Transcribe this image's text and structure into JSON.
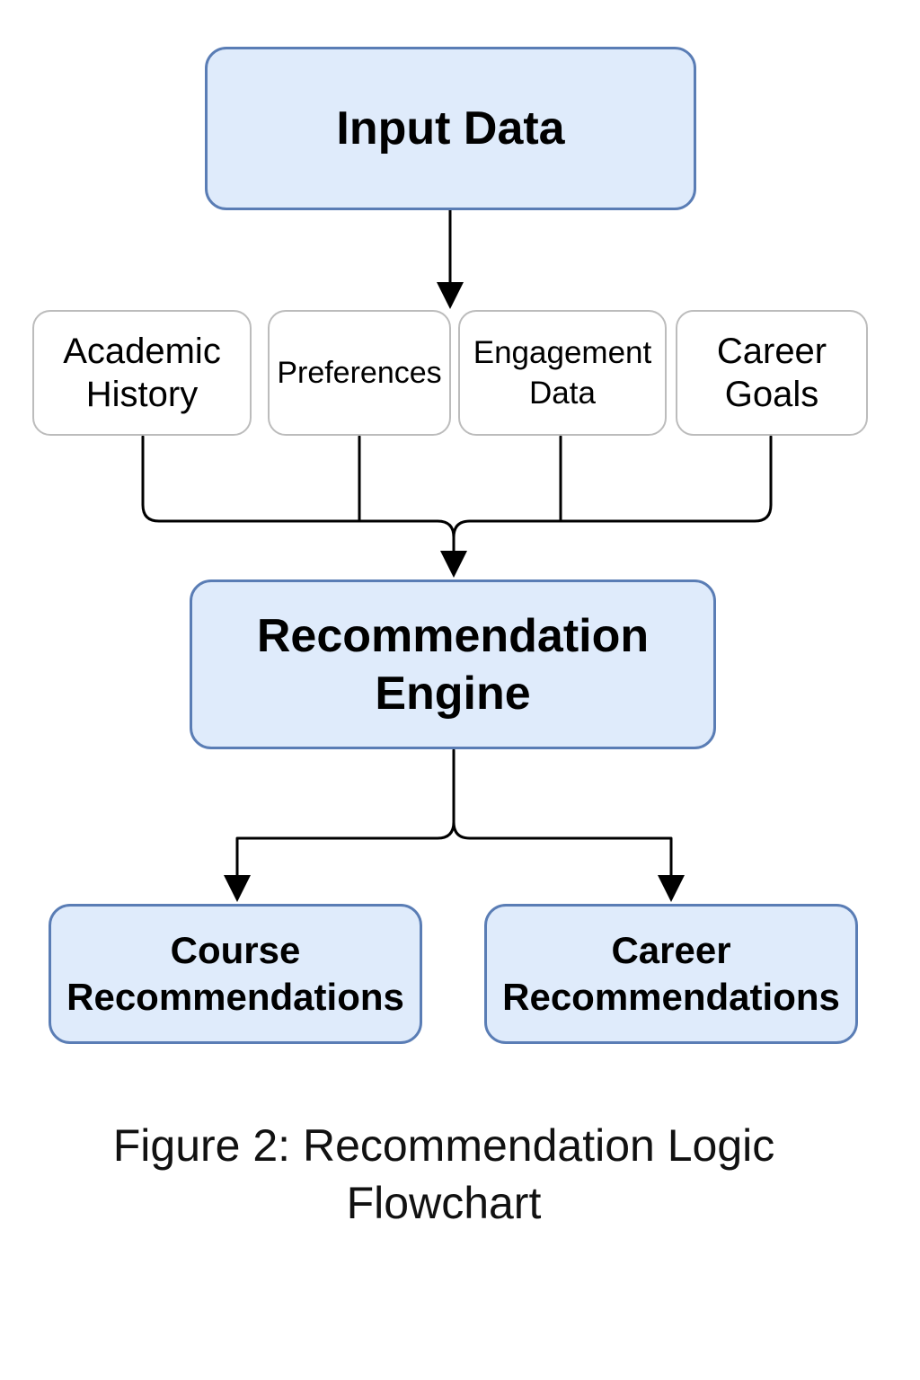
{
  "diagram": {
    "nodes": {
      "input_data": {
        "lines": [
          "Input Data"
        ]
      },
      "academic_history": {
        "lines": [
          "Academic",
          "History"
        ]
      },
      "preferences": {
        "lines": [
          "Preferences"
        ]
      },
      "engagement_data": {
        "lines": [
          "Engagement",
          "Data"
        ]
      },
      "career_goals": {
        "lines": [
          "Career",
          "Goals"
        ]
      },
      "recommendation_engine": {
        "lines": [
          "Recommendation",
          "Engine"
        ]
      },
      "course_recommendations": {
        "lines": [
          "Course",
          "Recommendations"
        ]
      },
      "career_recommendations": {
        "lines": [
          "Career",
          "Recommendations"
        ]
      }
    },
    "edges": [
      {
        "from": "input_data",
        "to": "sources"
      },
      {
        "from": "academic_history",
        "to": "recommendation_engine"
      },
      {
        "from": "preferences",
        "to": "recommendation_engine"
      },
      {
        "from": "engagement_data",
        "to": "recommendation_engine"
      },
      {
        "from": "career_goals",
        "to": "recommendation_engine"
      },
      {
        "from": "recommendation_engine",
        "to": "course_recommendations"
      },
      {
        "from": "recommendation_engine",
        "to": "career_recommendations"
      }
    ],
    "colors": {
      "primary_fill": "#dfebfb",
      "primary_border": "#5a7db5",
      "source_border": "#bcbcbc",
      "connector": "#000000"
    }
  },
  "caption": {
    "line1": "Figure 2: Recommendation Logic",
    "line2": "Flowchart"
  }
}
